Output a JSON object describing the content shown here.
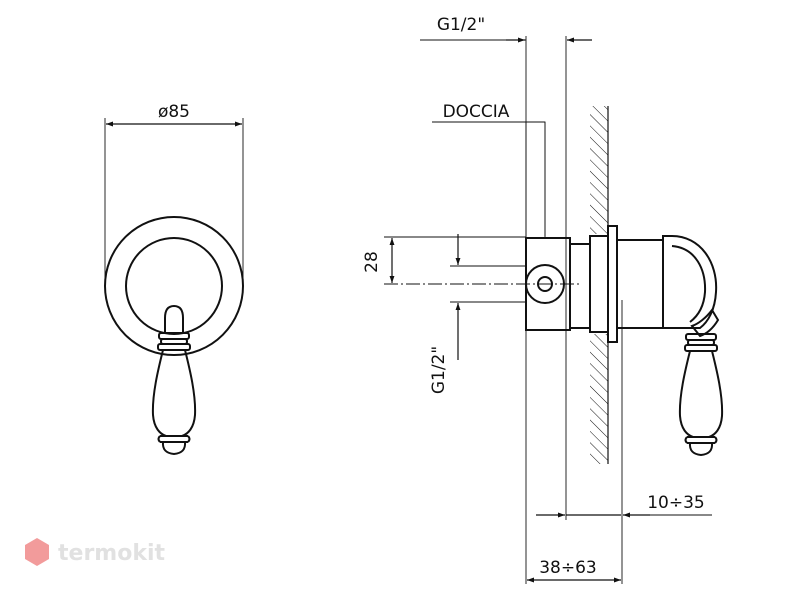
{
  "labels": {
    "diameter": "ø85",
    "thread_top": "G1/2\"",
    "outlet": "DOCCIA",
    "height": "28",
    "thread_side": "G1/2\"",
    "wall_range": "10÷35",
    "depth_range": "38÷63"
  },
  "watermark": {
    "brand": "termokit",
    "color": "#e94b4b"
  },
  "colors": {
    "line": "#111111",
    "watermark_text": "#c9c9c9"
  }
}
